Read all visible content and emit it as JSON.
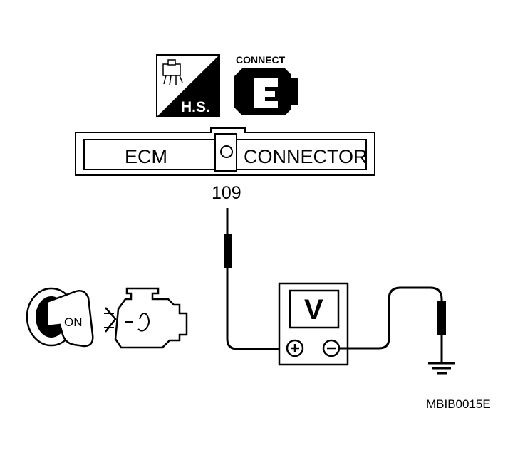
{
  "harness_icon": {
    "label": "H.S."
  },
  "connect_icon": {
    "label": "CONNECT"
  },
  "ecm_connector": {
    "left_label": "ECM",
    "right_label": "CONNECTOR"
  },
  "terminal": {
    "number": "109"
  },
  "voltmeter": {
    "label": "V"
  },
  "ignition": {
    "label": "ON"
  },
  "figure_code": "MBIB0015E"
}
